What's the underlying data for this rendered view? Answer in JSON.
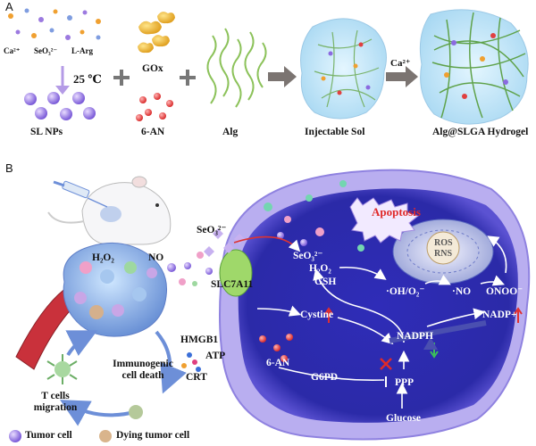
{
  "panel_a": {
    "label": "A",
    "legend": {
      "ca": "Ca²⁺",
      "seo3": "SeO₃²⁻",
      "larg": "L-Arg"
    },
    "temperature": "25 ℃",
    "ca_arrow": "Ca²⁺",
    "items": [
      {
        "label": "SL NPs"
      },
      {
        "label": "GOx"
      },
      {
        "label": "6-AN"
      },
      {
        "label": "Alg"
      },
      {
        "label": "Injectable Sol"
      },
      {
        "label": "Alg@SLGA Hydrogel"
      }
    ]
  },
  "panel_b": {
    "label": "B",
    "tumor": {
      "h2o2": "H₂O₂",
      "no": "NO",
      "hmgb1": "HMGB1",
      "atp": "ATP",
      "crt": "CRT",
      "icd": "Immunogenic cell death",
      "tcells": "T cells migration"
    },
    "cell": {
      "seo3_out": "SeO₃²⁻",
      "seo3_in": "SeO₃²⁻",
      "slc": "SLC7A11",
      "apoptosis": "Apoptosis",
      "ros": "ROS",
      "rns": "RNS",
      "h2o2": "H₂O₂",
      "gsh": "GSH",
      "oh_o2": "·OH/O₂⁻",
      "no": "·NO",
      "onoo": "ONOO⁻",
      "cystine": "Cystine",
      "nadp": "NADP+",
      "nadph": "NADPH",
      "an6": "6-AN",
      "g6pd": "G6PD",
      "ppp": "PPP",
      "glucose": "Glucose"
    },
    "legend": {
      "tumor_cell": "Tumor cell",
      "dying_cell": "Dying tumor cell"
    }
  }
}
